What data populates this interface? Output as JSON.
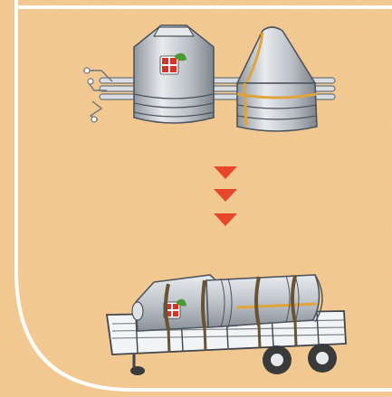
{
  "scene": {
    "background_color": "#f0c48a",
    "frame_color": "#ffffff",
    "arrow_color": "#e6472a",
    "logo_colors": {
      "red": "#d8332a",
      "green": "#4a9a3a"
    },
    "accent_stripe_color": "#e0a43a",
    "metal_color": "#c9ced3",
    "wheel_color": "#3a3a3a",
    "strap_color": "#6a5232"
  },
  "items": [
    {
      "name": "silo-segments-disassembled",
      "icon": "silo-parts-icon"
    },
    {
      "name": "transport-arrows",
      "icon": "down-arrows-icon",
      "count": 3
    },
    {
      "name": "silo-on-trailer",
      "icon": "trailer-transport-icon"
    }
  ]
}
